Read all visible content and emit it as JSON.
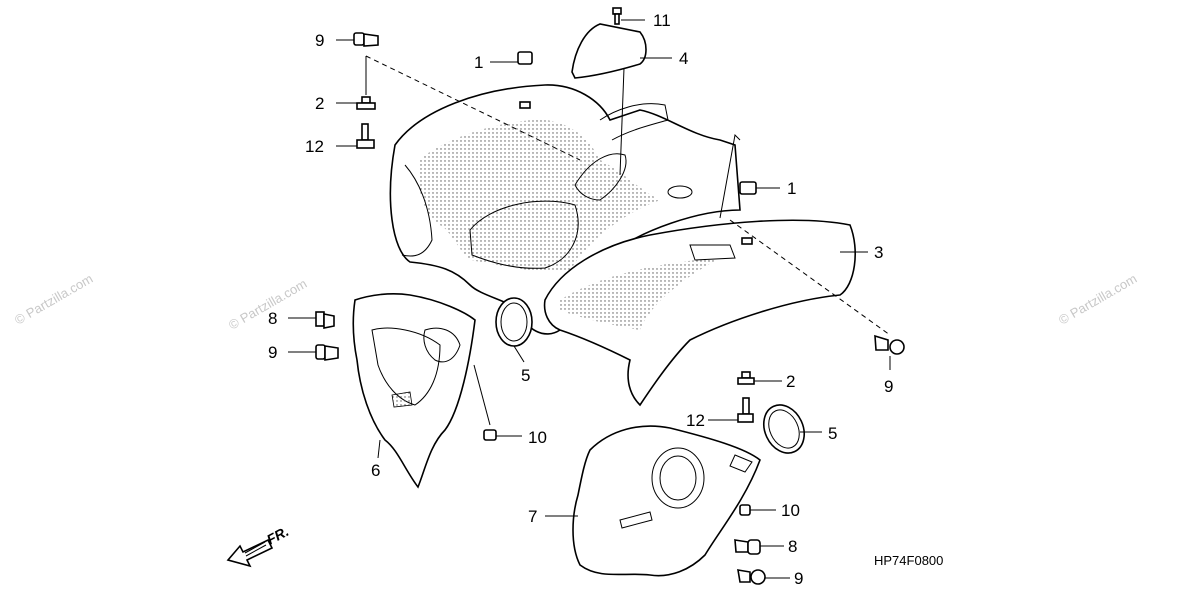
{
  "watermarks": {
    "copyright_left": "© Partzilla.com",
    "copyright_right": "© Partzilla.com",
    "copyright_mid": "© Partzilla.com"
  },
  "diagram_code": "HP74F0800",
  "direction_label": "FR.",
  "callouts": {
    "c9_topleft": "9",
    "c2_left": "2",
    "c12_left": "12",
    "c1_top": "1",
    "c11": "11",
    "c4": "4",
    "c1_right": "1",
    "c3": "3",
    "c8_left": "8",
    "c9_midleft": "9",
    "c5_mid": "5",
    "c10_left": "10",
    "c6": "6",
    "c9_right": "9",
    "c2_right": "2",
    "c12_right": "12",
    "c5_right": "5",
    "c10_right": "10",
    "c7": "7",
    "c8_bottom": "8",
    "c9_bottom": "9"
  }
}
